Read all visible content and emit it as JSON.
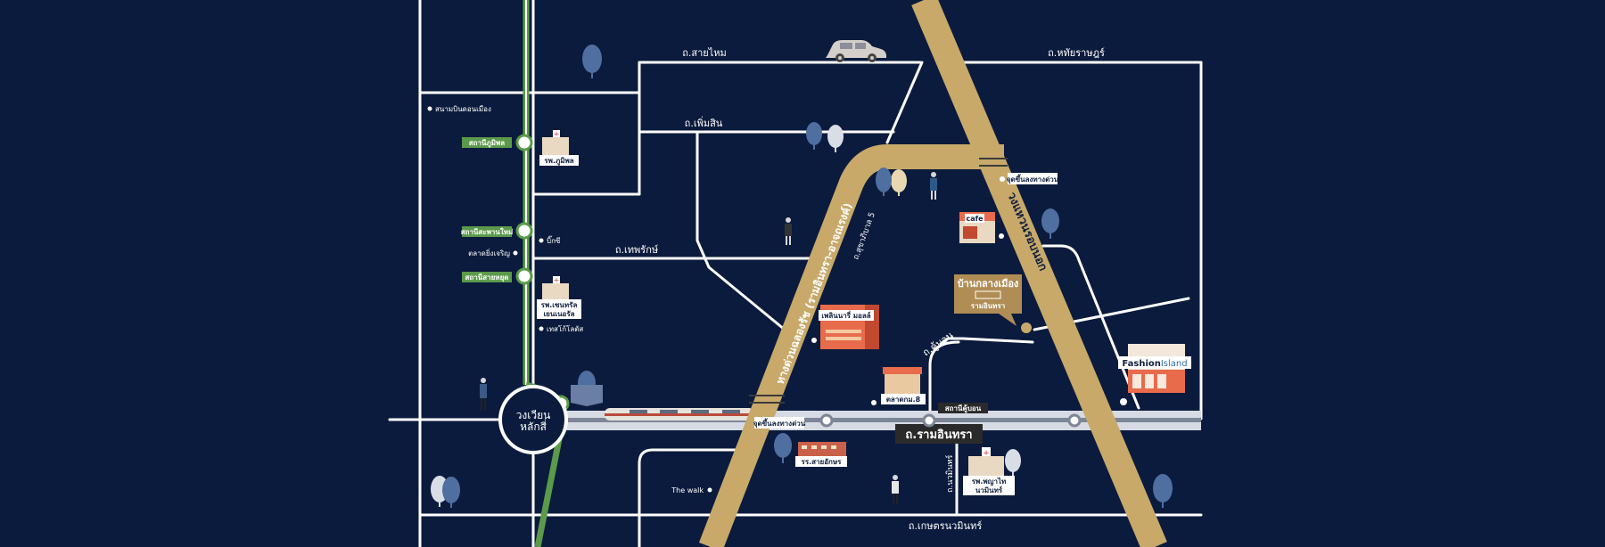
{
  "roads": {
    "sai_mai": "ถ.สายไหม",
    "hathai_rat": "ถ.หทัยราษฎร์",
    "phahonyothin": "ถ.เพิ่มสิน",
    "thepharak": "ถ.เทพรักษ์",
    "sukhapiban5": "ถ.สุขาภิบาล 5",
    "expressway": "ทางด่วนฉลองรัช (รามอินทรา-อาจณรงค์)",
    "outer_ring": "วงแหวนรอบนอก",
    "khu_bon": "ถ.คู้บอน",
    "ram_inthra": "ถ.รามอินทรา",
    "nawamin": "ถ.นวมินทร์",
    "kaset_nawamin": "ถ.เกษตรนวมินทร์"
  },
  "stations": {
    "bhumibol": "สถานีภูมิพล",
    "saphan_mai": "สถานีสะพานใหม่",
    "sai_yut": "สถานีสายหยุด",
    "khu_bon": "สถานีคู้บอน"
  },
  "landmarks": {
    "don_mueang": "สนามบินดอนเมือง",
    "bhumibol_hospital": "รพ.ภูมิพล",
    "big_c": "บิ๊กซี",
    "bang_khen_market": "ตลาดยิ่งเจริญ",
    "central_hospital": "รพ.เซนทรัล\nเยนเนอรัล",
    "tesco": "เทสโก้โลตัส",
    "circle": "วงเวียน\nหลักสี่",
    "expressway_exit": "จุดขึ้นลงทางด่วน",
    "expressway_exit_top": "จุดขึ้นลงทางด่วน",
    "cafe": "cafe",
    "project_name": "บ้านกลางเมือง",
    "project_sub": "รามอินทรา",
    "fashion_island_a": "Fashion",
    "fashion_island_b": "Island",
    "fashion_mall": "เพลินนารี่ มอลล์",
    "market_km8": "ตลาดกม.8",
    "sai_aksorn": "รร.สายอักษร",
    "the_walk": "The walk",
    "phyathai_hospital": "รพ.พญาไท\nนวมินทร์"
  },
  "colors": {
    "background": "#0b1b3d",
    "road": "#ffffff",
    "expressway": "#c8a96a",
    "green_line": "#5a9a4a",
    "tree_blue": "#4f6fa0",
    "tree_white": "#d9dde6",
    "rail": "#9aa3b2"
  }
}
